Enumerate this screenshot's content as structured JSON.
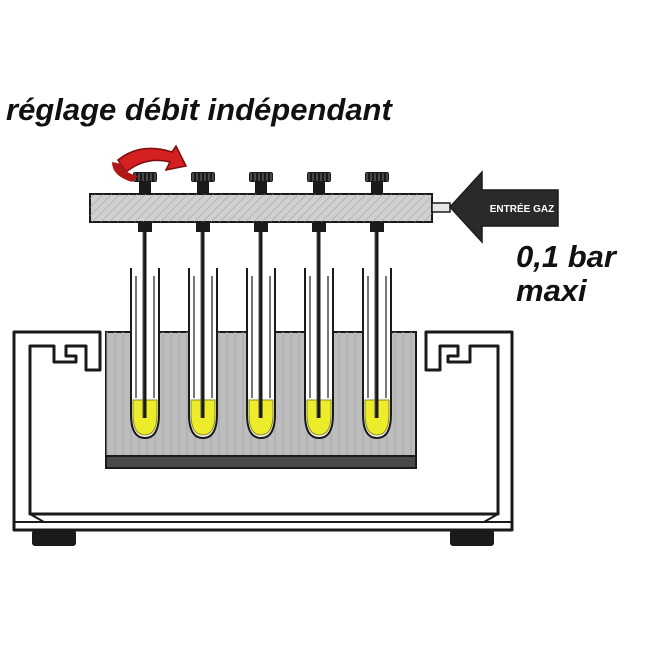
{
  "labels": {
    "heading": "réglage débit indépendant",
    "gas_inlet": "ENTRÉE GAZ",
    "pressure_line1": "0,1 bar",
    "pressure_line2": "maxi"
  },
  "colors": {
    "liquid": "#ecec2a",
    "arrow_highlight": "#d42020",
    "manifold": "#d0d0d0",
    "bath": "#bdbdbd",
    "outline": "#1a1a1a"
  },
  "icons": {
    "rotation_indicator": "curved-arrow-icon",
    "gas_inlet": "arrow-left-icon"
  },
  "tube_count": 5
}
